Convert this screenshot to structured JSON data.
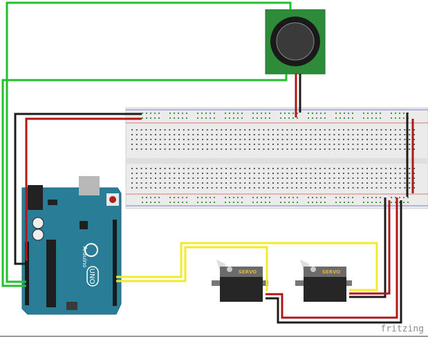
{
  "diagram": {
    "watermark": "fritzing",
    "servo_label": "SERVO",
    "arduino_model": "UNO",
    "arduino_brand": "Arduino",
    "colors": {
      "board": "#2a7d97",
      "joystick_pcb": "#2e8b3a",
      "wire_green": "#22c02a",
      "wire_red": "#b01818",
      "wire_black": "#1c1c1c",
      "wire_yellow": "#f2ea2a",
      "breadboard": "#ebebeb"
    },
    "components": [
      "arduino-uno",
      "breadboard",
      "joystick",
      "servo",
      "servo"
    ]
  }
}
